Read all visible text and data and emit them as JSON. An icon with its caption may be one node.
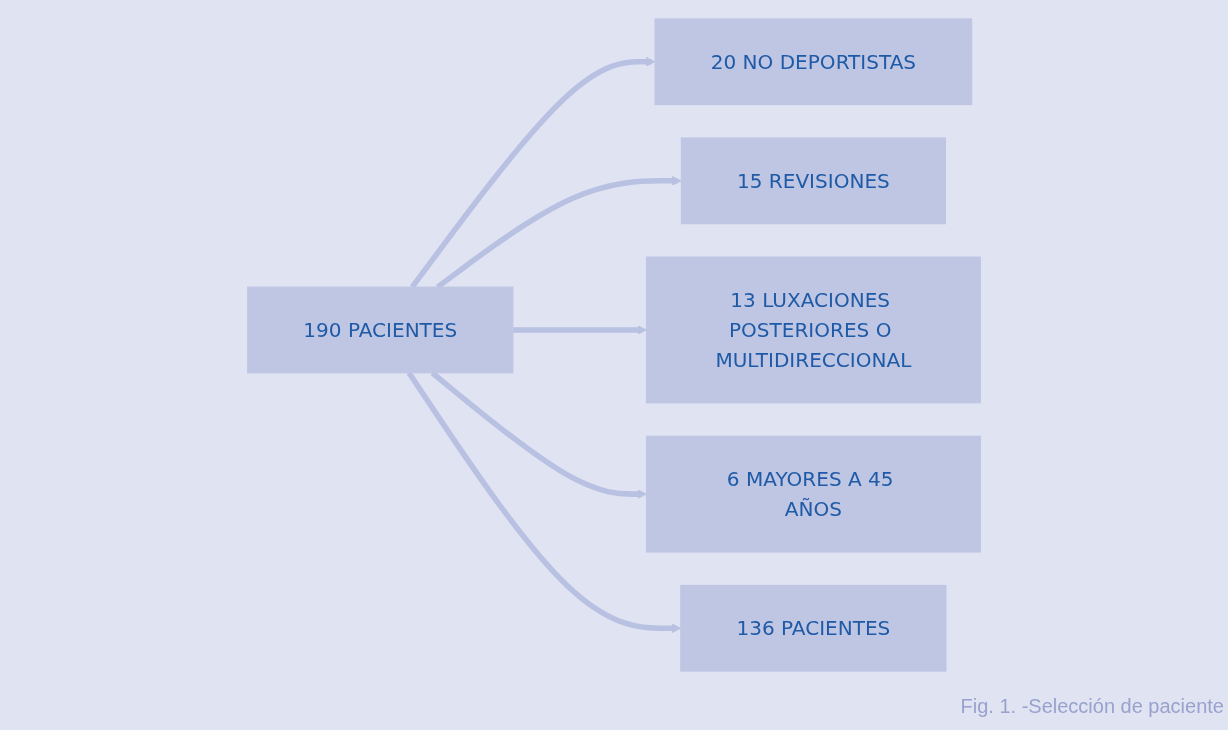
{
  "diagram": {
    "caption": "Fig. 1. -Selección de paciente",
    "nodes": [
      {
        "text": [
          "190 PACIENTES"
        ]
      },
      {
        "text": [
          "20 NO DEPORTISTAS"
        ]
      },
      {
        "text": [
          "15 REVISIONES"
        ]
      },
      {
        "text": [
          "13 LUXACIONES POSTERIORES O MULTIDIRECCIONAL"
        ]
      },
      {
        "text": [
          "6 MAYORES A 45 AÑOS"
        ]
      },
      {
        "text": [
          "136 PACIENTES"
        ]
      }
    ],
    "edges": [
      {
        "from": 0,
        "to": 1,
        "arrow": "to"
      },
      {
        "from": 0,
        "to": 2,
        "arrow": "to"
      },
      {
        "from": 0,
        "to": 3,
        "arrow": "to"
      },
      {
        "from": 0,
        "to": 4,
        "arrow": "to"
      },
      {
        "from": 0,
        "to": 5,
        "arrow": "to"
      }
    ]
  }
}
